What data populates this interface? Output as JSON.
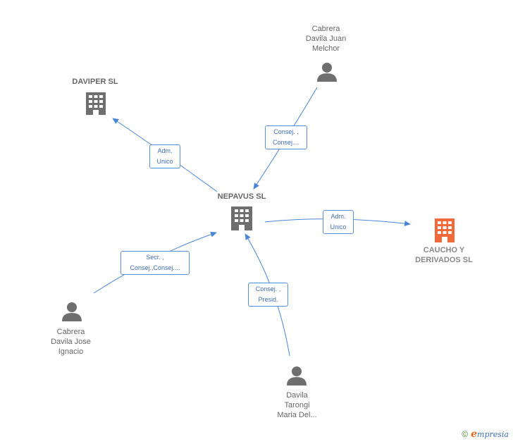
{
  "colors": {
    "edge": "#4a86d8",
    "building": "#6e6e6e",
    "highlight_building": "#f06a3a",
    "person": "#6e6e6e"
  },
  "nodes": {
    "nepavus": {
      "label": "NEPAVUS SL",
      "icon": "building-icon"
    },
    "daviper": {
      "label": "DAVIPER SL",
      "icon": "building-icon"
    },
    "caucho": {
      "label": "CAUCHO Y\nDERIVADOS SL",
      "icon": "building-icon"
    },
    "cabrera_juan": {
      "label": "Cabrera\nDavila Juan\nMelchor",
      "icon": "person-icon"
    },
    "cabrera_jose": {
      "label": "Cabrera\nDavila Jose\nIgnacio",
      "icon": "person-icon"
    },
    "davila_tarongi": {
      "label": "Davila\nTarongi\nMaria Del...",
      "icon": "person-icon"
    }
  },
  "edges": {
    "to_daviper": "Adm.\nUnico",
    "from_juan": "Consej. ,\nConsej....",
    "to_caucho": "Adm.\nUnico",
    "from_jose": "Secr. ,\nConsej.,Consej....",
    "from_tarongi": "Consej. ,\nPresid."
  },
  "footer": {
    "copyright": "©",
    "brand_initial": "e",
    "brand_rest": "mpresia"
  }
}
